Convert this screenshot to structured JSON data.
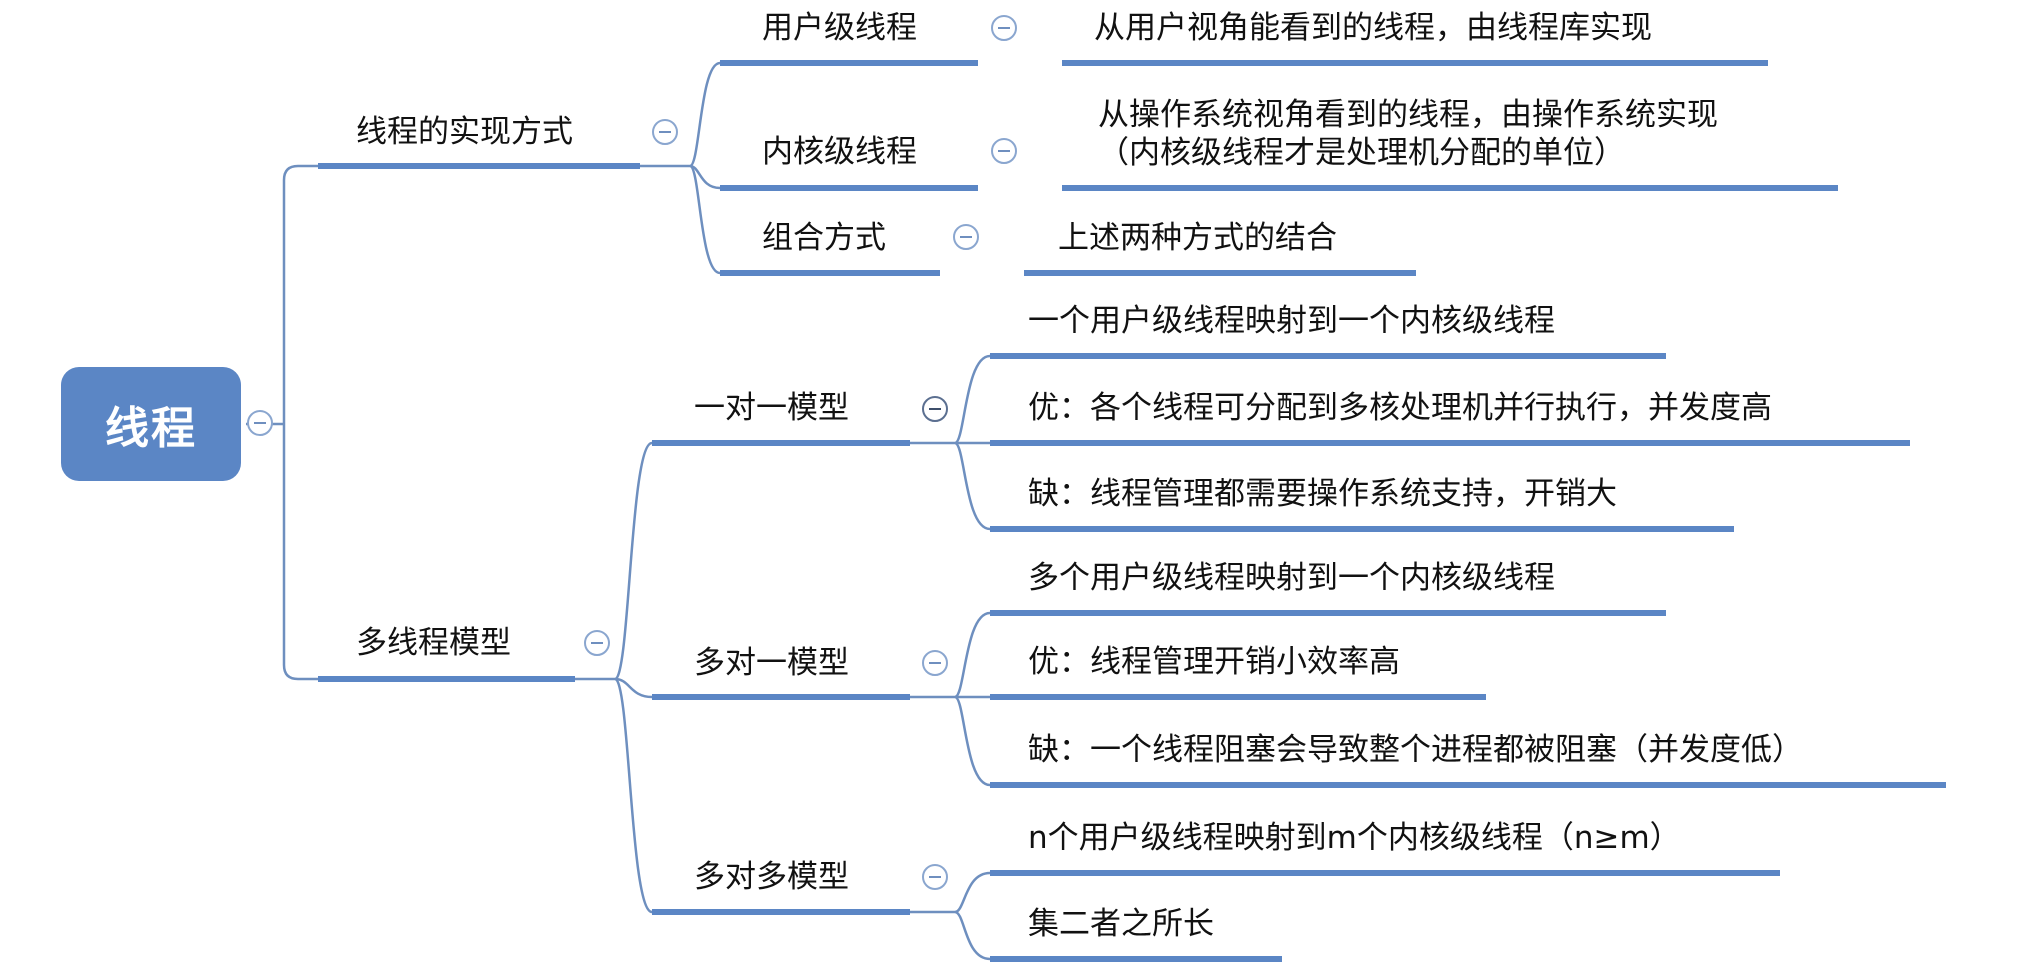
{
  "root": {
    "label": "线程"
  },
  "branches": {
    "implementation": {
      "label": "线程的实现方式",
      "children": [
        {
          "label": "用户级线程",
          "detail": "从用户视角能看到的线程，由线程库实现"
        },
        {
          "label": "内核级线程",
          "detail_line1": "从操作系统视角看到的线程，由操作系统实现",
          "detail_line2": "（内核级线程才是处理机分配的单位）"
        },
        {
          "label": "组合方式",
          "detail": "上述两种方式的结合"
        }
      ]
    },
    "models": {
      "label": "多线程模型",
      "children": [
        {
          "label": "一对一模型",
          "details": [
            "一个用户级线程映射到一个内核级线程",
            "优：各个线程可分配到多核处理机并行执行，并发度高",
            "缺：线程管理都需要操作系统支持，开销大"
          ]
        },
        {
          "label": "多对一模型",
          "details": [
            "多个用户级线程映射到一个内核级线程",
            "优：线程管理开销小效率高",
            "缺：一个线程阻塞会导致整个进程都被阻塞（并发度低）"
          ]
        },
        {
          "label": "多对多模型",
          "details": [
            "n个用户级线程映射到m个内核级线程（n≥m）",
            "集二者之所长"
          ]
        }
      ]
    }
  },
  "colors": {
    "root_fill": "#5b86c5",
    "connector": "#6e8fbf",
    "underline": "#5b86c5",
    "collapse_button": "#8aa6cf"
  },
  "icons": {
    "collapse": "minus-circle-icon"
  }
}
